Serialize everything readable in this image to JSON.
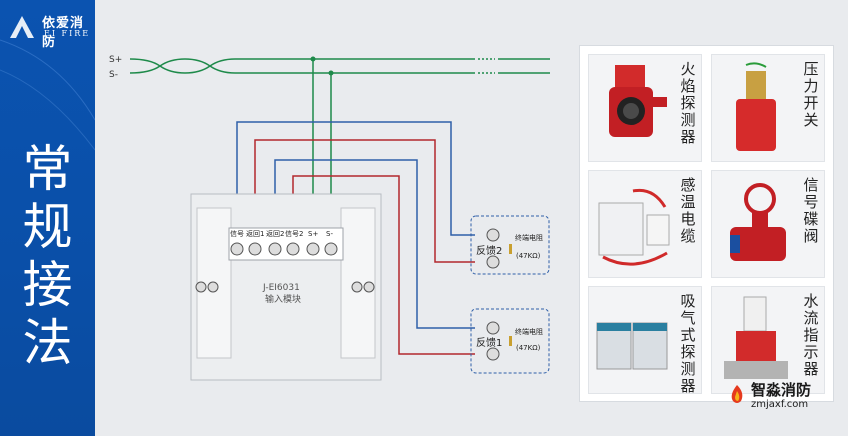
{
  "brand": {
    "name_cn": "依爱消防",
    "name_en": "EI FIRE"
  },
  "title": [
    "常",
    "规",
    "接",
    "法"
  ],
  "bus": {
    "plus": "S+",
    "minus": "S-"
  },
  "module": {
    "terminals": [
      "信号",
      "返回1",
      "返回2",
      "信号2",
      "S+",
      "S-"
    ],
    "model": "J-EI6031",
    "name": "输入模块"
  },
  "feedback": [
    {
      "label": "反馈2",
      "resistor": "终端电阻",
      "value": "(47KΩ)"
    },
    {
      "label": "反馈1",
      "resistor": "终端电阻",
      "value": "(47KΩ)"
    }
  ],
  "devices": [
    {
      "name": "火焰探测器"
    },
    {
      "name": "压力开关"
    },
    {
      "name": "感温电缆"
    },
    {
      "name": "信号碟阀"
    },
    {
      "name": "吸气式探测器"
    },
    {
      "name": "水流指示器"
    }
  ],
  "watermark": {
    "name": "智淼消防",
    "url": "zmjaxf.com"
  },
  "colors": {
    "blue": "#0b53b0",
    "green": "#1e8a4a",
    "red": "#b3272d",
    "wireBlue": "#2f5fa8"
  }
}
